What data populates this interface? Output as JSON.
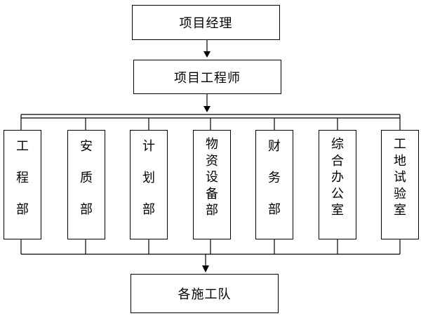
{
  "diagram": {
    "top": "项目经理",
    "middle": "项目工程师",
    "departments": [
      {
        "label": "工\n程\n部"
      },
      {
        "label": "安\n质\n部"
      },
      {
        "label": "计\n划\n部"
      },
      {
        "label": "物\n资\n设\n备\n部"
      },
      {
        "label": "财\n务\n部"
      },
      {
        "label": "综\n合\n办\n公\n室"
      },
      {
        "label": "工\n地\n试\n验\n室"
      }
    ],
    "bottom": "各施工队"
  }
}
